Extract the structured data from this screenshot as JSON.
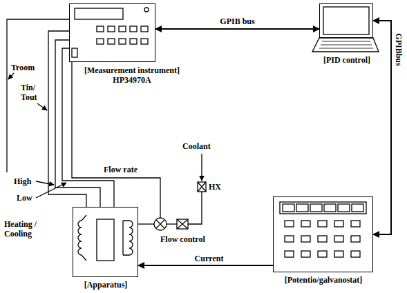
{
  "diagram": {
    "nodes": [
      {
        "text": [
          "[Measurement instrument]",
          "HP34970A"
        ]
      },
      {
        "text": [
          "[PID control]"
        ]
      },
      {
        "text": [
          "[Apparatus]"
        ]
      },
      {
        "text": [
          "[Potentio/galvanostat]"
        ]
      }
    ],
    "edges": [
      {
        "from": 0,
        "to": 1,
        "arrow": "both",
        "label": "GPIB bus"
      },
      {
        "from": 1,
        "to": 3,
        "arrow": "both",
        "label": "GPIBbus"
      },
      {
        "from": 3,
        "to": 2,
        "arrow": "to",
        "label": "Current"
      },
      {
        "from": 0,
        "to": 2,
        "arrow": "none"
      },
      {
        "from": 0,
        "to": 2,
        "arrow": "none"
      },
      {
        "from": 0,
        "to": 2,
        "arrow": "none"
      }
    ],
    "labels": [
      "Troom",
      "Tin/ Tout",
      "High",
      "Low",
      "Heating / Cooling",
      "Flow rate",
      "Coolant",
      "HX",
      "Flow control"
    ]
  }
}
